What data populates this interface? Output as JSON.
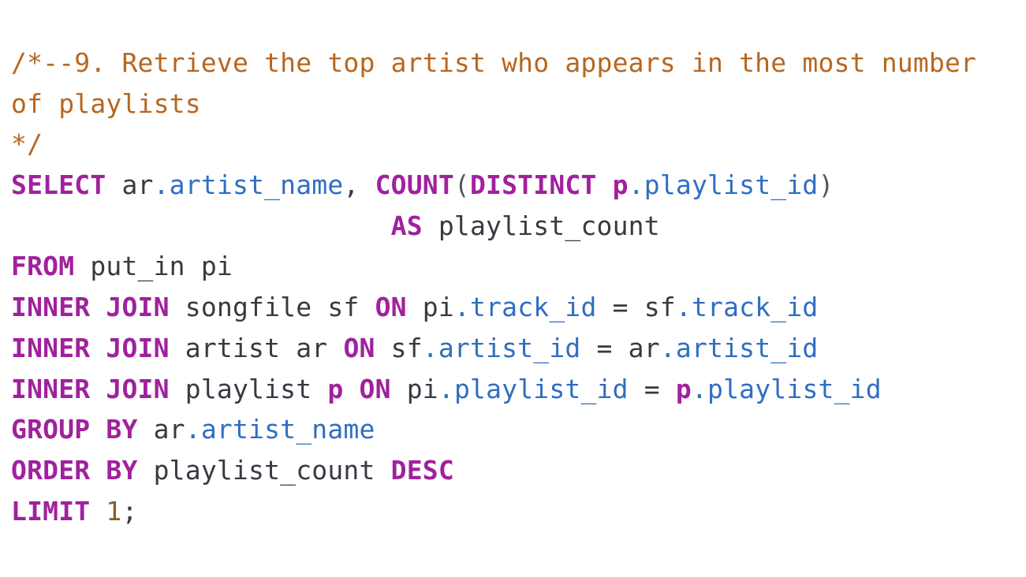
{
  "code": {
    "lines": [
      [
        {
          "t": "/*--9. Retrieve the top artist who appears in the most number",
          "k": "comment"
        }
      ],
      [
        {
          "t": "of playlists",
          "k": "comment"
        }
      ],
      [
        {
          "t": "*/",
          "k": "comment"
        }
      ],
      [
        {
          "t": "SELECT",
          "k": "kw"
        },
        {
          "t": " ar",
          "k": "plain"
        },
        {
          "t": ".artist_name",
          "k": "prop"
        },
        {
          "t": ", ",
          "k": "plain"
        },
        {
          "t": "COUNT",
          "k": "kw"
        },
        {
          "t": "(",
          "k": "punc"
        },
        {
          "t": "DISTINCT",
          "k": "kw"
        },
        {
          "t": " ",
          "k": "plain"
        },
        {
          "t": "p",
          "k": "kw"
        },
        {
          "t": ".playlist_id",
          "k": "prop"
        },
        {
          "t": ")",
          "k": "punc"
        }
      ],
      [
        {
          "t": "                        ",
          "k": "plain"
        },
        {
          "t": "AS",
          "k": "kw"
        },
        {
          "t": " playlist_count",
          "k": "plain"
        }
      ],
      [
        {
          "t": "FROM",
          "k": "kw"
        },
        {
          "t": " put_in pi",
          "k": "plain"
        }
      ],
      [
        {
          "t": "INNER JOIN",
          "k": "kw"
        },
        {
          "t": " songfile sf ",
          "k": "plain"
        },
        {
          "t": "ON",
          "k": "kw"
        },
        {
          "t": " pi",
          "k": "plain"
        },
        {
          "t": ".track_id",
          "k": "prop"
        },
        {
          "t": " = sf",
          "k": "plain"
        },
        {
          "t": ".track_id",
          "k": "prop"
        }
      ],
      [
        {
          "t": "INNER JOIN",
          "k": "kw"
        },
        {
          "t": " artist ar ",
          "k": "plain"
        },
        {
          "t": "ON",
          "k": "kw"
        },
        {
          "t": " sf",
          "k": "plain"
        },
        {
          "t": ".artist_id",
          "k": "prop"
        },
        {
          "t": " = ar",
          "k": "plain"
        },
        {
          "t": ".artist_id",
          "k": "prop"
        }
      ],
      [
        {
          "t": "INNER JOIN",
          "k": "kw"
        },
        {
          "t": " playlist ",
          "k": "plain"
        },
        {
          "t": "p",
          "k": "kw"
        },
        {
          "t": " ",
          "k": "plain"
        },
        {
          "t": "ON",
          "k": "kw"
        },
        {
          "t": " pi",
          "k": "plain"
        },
        {
          "t": ".playlist_id",
          "k": "prop"
        },
        {
          "t": " = ",
          "k": "plain"
        },
        {
          "t": "p",
          "k": "kw"
        },
        {
          "t": ".playlist_id",
          "k": "prop"
        }
      ],
      [
        {
          "t": "GROUP BY",
          "k": "kw"
        },
        {
          "t": " ar",
          "k": "plain"
        },
        {
          "t": ".artist_name",
          "k": "prop"
        }
      ],
      [
        {
          "t": "ORDER BY",
          "k": "kw"
        },
        {
          "t": " playlist_count ",
          "k": "plain"
        },
        {
          "t": "DESC",
          "k": "kw"
        }
      ],
      [
        {
          "t": "LIMIT",
          "k": "kw"
        },
        {
          "t": " ",
          "k": "plain"
        },
        {
          "t": "1",
          "k": "num"
        },
        {
          "t": ";",
          "k": "plain"
        }
      ]
    ]
  },
  "colors": {
    "keyword": "#a0219d",
    "comment": "#b8661f",
    "property": "#2f6ec2",
    "number": "#8a5a2b",
    "text": "#383a42",
    "background": "#ffffff"
  }
}
